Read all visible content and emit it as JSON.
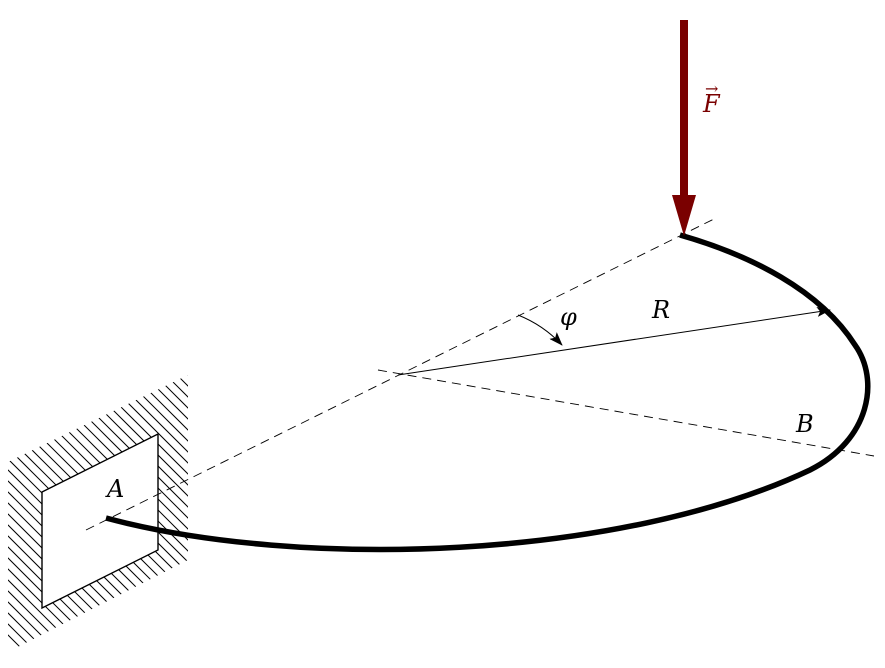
{
  "labels": {
    "force": "F",
    "force_vector_mark": "→",
    "radius": "R",
    "angle": "φ",
    "point_a": "A",
    "point_b": "B"
  },
  "colors": {
    "force_arrow": "#7a0000",
    "lines": "#000000"
  }
}
